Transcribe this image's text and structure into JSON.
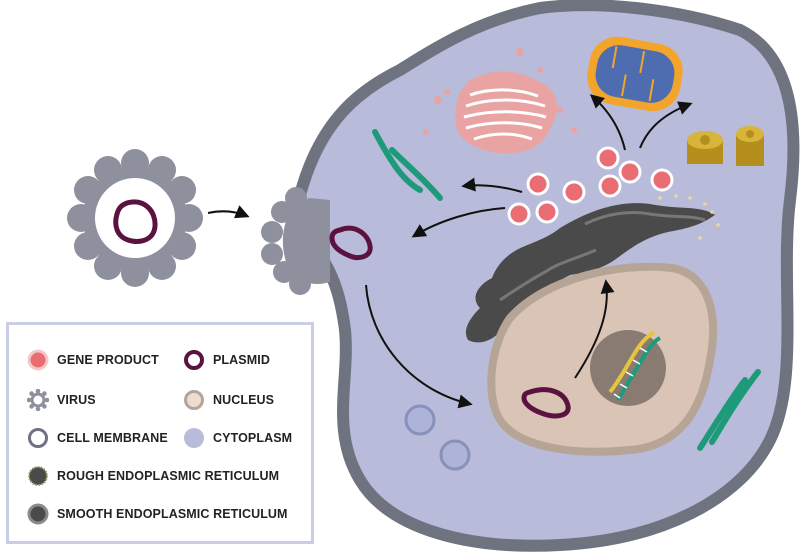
{
  "legend": {
    "gene_product": "GENE PRODUCT",
    "plasmid": "PLASMID",
    "virus": "VIRUS",
    "nucleus": "NUCLEUS",
    "cell_membrane": "CELL MEMBRANE",
    "cytoplasm": "CYTOPLASM",
    "rough_er": "ROUGH ENDOPLASMIC RETICULUM",
    "smooth_er": "SMOOTH ENDOPLASMIC RETICULUM"
  },
  "colors": {
    "gene_product": "#e96d72",
    "plasmid": "#5b1240",
    "virus": "#8e919d",
    "nucleus": "#d9c4b6",
    "cell_membrane": "#6f737f",
    "cytoplasm": "#b8bbd9",
    "rough_er": "#4a4a4a",
    "smooth_er": "#5d5d5d",
    "mitochondrion_outer": "#f2a52a",
    "mitochondrion_inner": "#4d6db0",
    "golgi": "#e9a3a3",
    "centriole": "#c9a227",
    "cytoskeleton": "#1c9a7a",
    "dna": "#e5c43e"
  }
}
